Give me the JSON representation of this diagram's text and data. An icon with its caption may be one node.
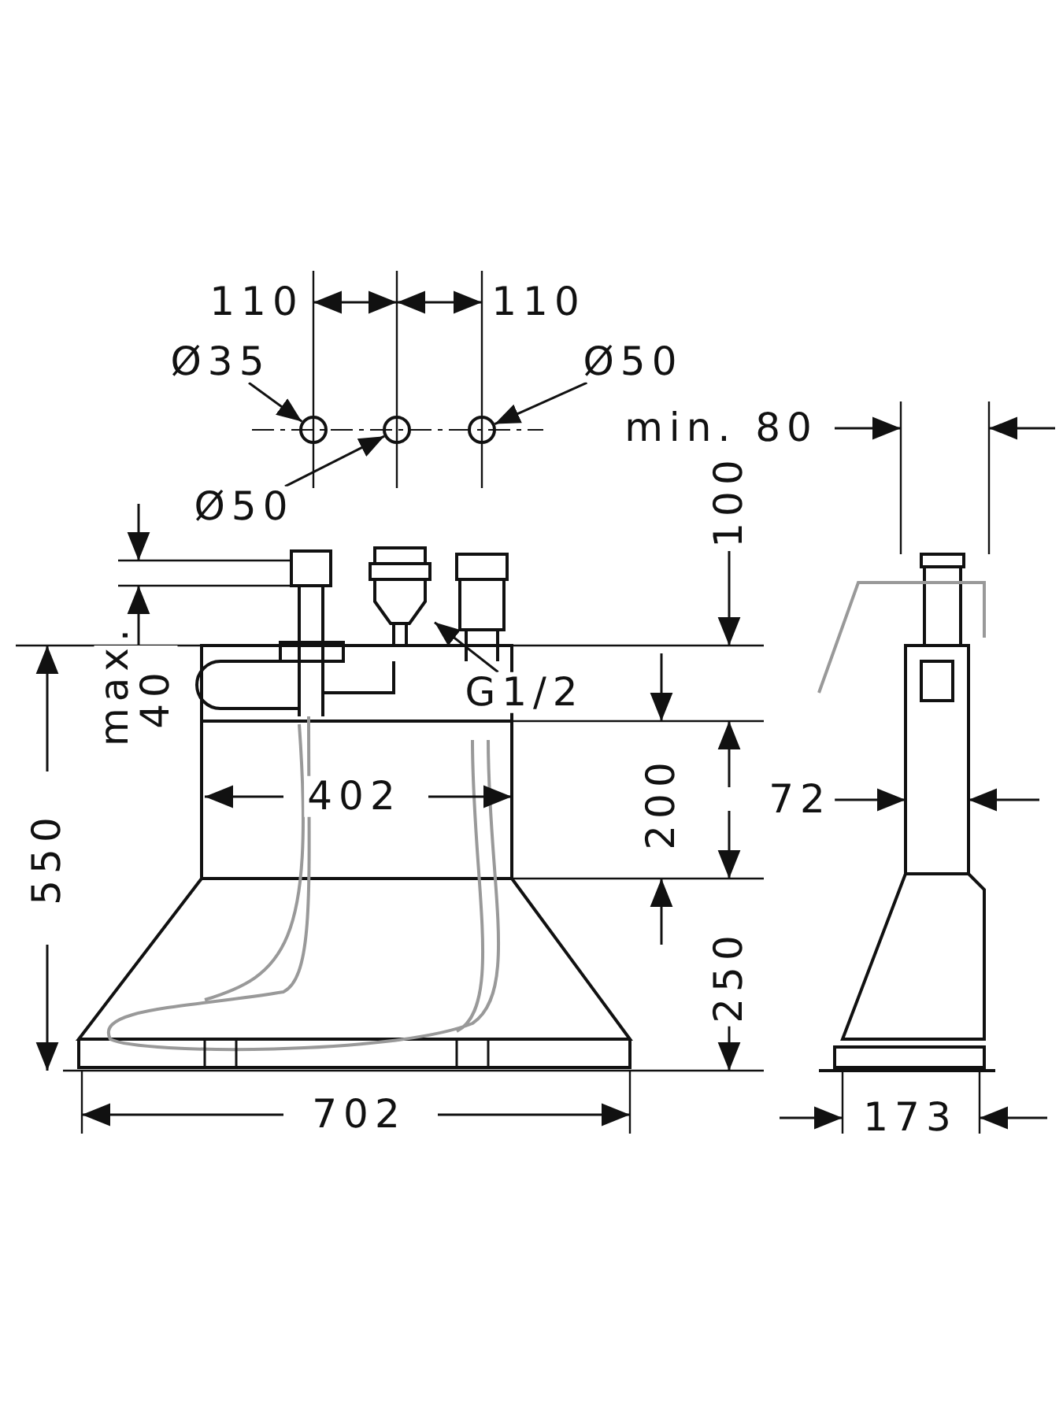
{
  "diagram": {
    "nodes": [
      {
        "text": [
          "Ø35"
        ]
      },
      {
        "text": [
          "Ø50"
        ]
      },
      {
        "text": [
          "Ø50"
        ]
      },
      {
        "text": [
          "G1/2"
        ]
      },
      {
        "text": [],
        "shape": "circle"
      },
      {
        "text": [],
        "shape": "circle"
      },
      {
        "text": [],
        "shape": "circle"
      },
      {
        "text": [],
        "shape": "picture"
      }
    ],
    "edges": [
      {
        "from": 0,
        "to": 4,
        "arrow": "to"
      },
      {
        "from": 1,
        "to": 6,
        "arrow": "to"
      },
      {
        "from": 2,
        "to": 5,
        "arrow": "to"
      },
      {
        "from": 3,
        "to": 7,
        "arrow": "to"
      }
    ],
    "labels": [
      "110",
      "110",
      "min. 80",
      "100",
      "max. 40",
      "550",
      "402",
      "200",
      "72",
      "250",
      "702",
      "173"
    ]
  }
}
